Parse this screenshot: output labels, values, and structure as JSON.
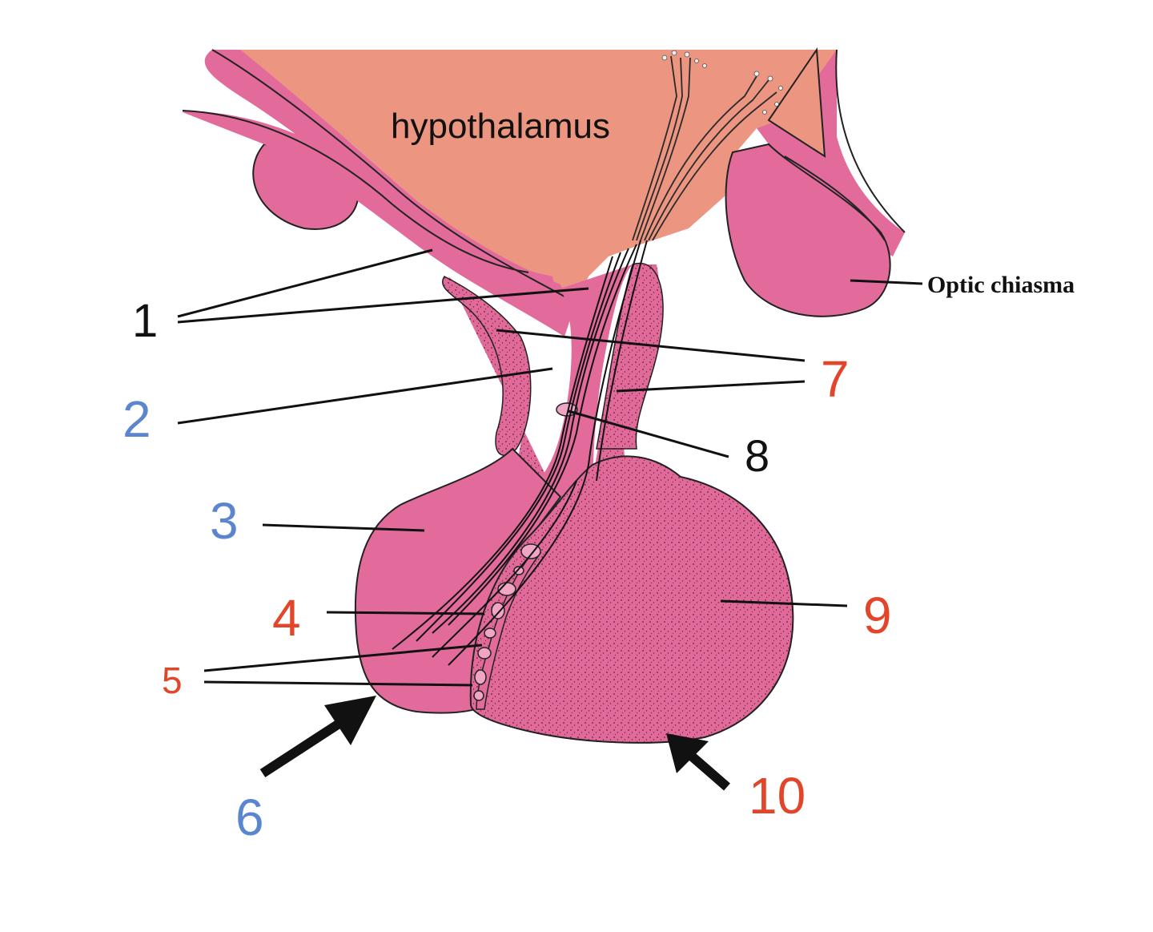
{
  "labels": {
    "hypothalamus": "hypothalamus",
    "optic_chiasma": "Optic chiasma",
    "n1": "1",
    "n2": "2",
    "n3": "3",
    "n4": "4",
    "n5": "5",
    "n6": "6",
    "n7": "7",
    "n8": "8",
    "n9": "9",
    "n10": "10"
  },
  "colors": {
    "tissue_pink": "#e26b9c",
    "hypothalamus_fill": "#ec9580",
    "black_label": "#111111",
    "blue_label": "#5b86cf",
    "red_label": "#e2452a",
    "outline": "#222222"
  }
}
